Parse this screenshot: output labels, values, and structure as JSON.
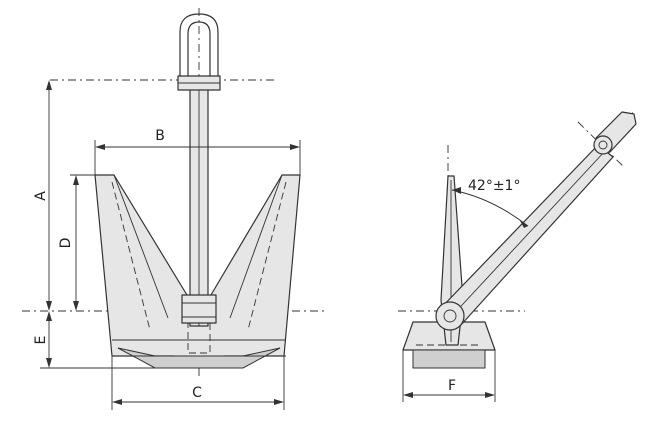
{
  "labels": {
    "a": "A",
    "b": "B",
    "c": "C",
    "d": "D",
    "e": "E",
    "f": "F",
    "angle": "42°±1°"
  }
}
